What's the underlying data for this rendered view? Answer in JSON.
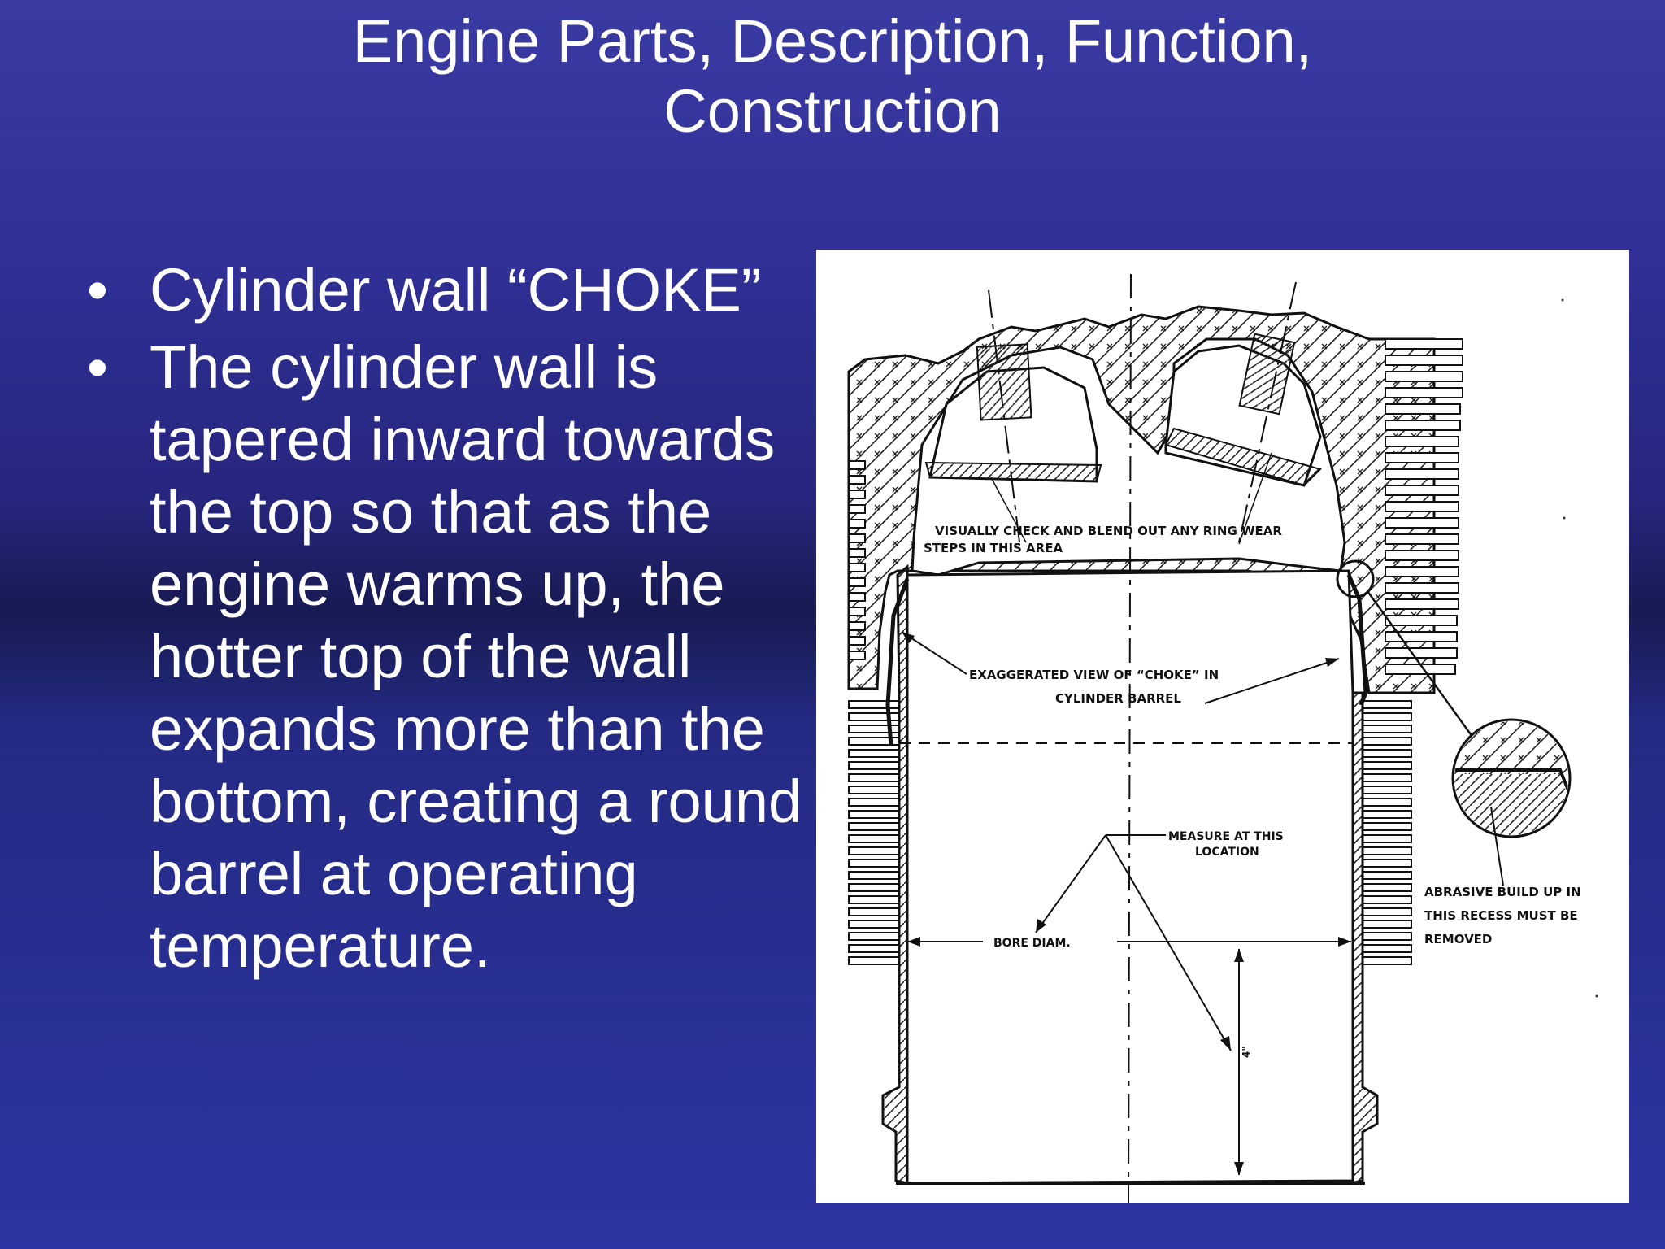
{
  "slide": {
    "title_line1": "Engine Parts, Description, Function,",
    "title_line2": "Construction",
    "bullets": [
      {
        "text": "Cylinder wall “CHOKE”"
      },
      {
        "text": "The cylinder wall is tapered inward towards the top so that as the engine warms up, the hotter top of the wall expands more than the bottom, creating a round barrel at operating temperature."
      }
    ]
  },
  "figure": {
    "labels": {
      "visual_check_1": "VISUALLY CHECK AND BLEND OUT ANY RING WEAR",
      "visual_check_2": "STEPS IN THIS AREA",
      "choke_1": "EXAGGERATED VIEW OF “CHOKE” IN",
      "choke_2": "CYLINDER BARREL",
      "measure_1": "MEASURE AT THIS",
      "measure_2": "LOCATION",
      "bore": "BORE DIAM.",
      "depth": "4\"",
      "abrasive_1": "ABRASIVE BUILD UP IN",
      "abrasive_2": "THIS RECESS MUST BE",
      "abrasive_3": "REMOVED"
    }
  }
}
